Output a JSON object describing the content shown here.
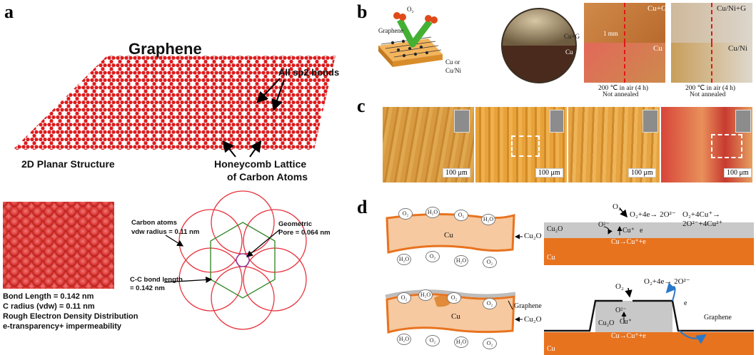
{
  "panels": {
    "a": "a",
    "b": "b",
    "c": "c",
    "d": "d"
  },
  "panel_a": {
    "title": "Graphene",
    "sp2_label": "All sp2 bonds",
    "planar_label": "2D Planar Structure",
    "honeycomb_line1": "Honeycomb Lattice",
    "honeycomb_line2": "of Carbon Atoms",
    "bond_length": "Bond Length = 0.142 nm",
    "c_radius": "C radius (vdw) = 0.11 nm",
    "rough_density": "Rough Electron Density Distribution",
    "transparency": "e-transparency+ impermeability",
    "carbon_atoms_line1": "Carbon atoms",
    "carbon_atoms_line2": "vdw radius = 0.11 nm",
    "geometric_line1": "Geometric",
    "geometric_line2": "Pore = 0.064 nm",
    "cc_bond_line1": "C-C bond length",
    "cc_bond_line2": "= 0.142 nm",
    "colors": {
      "atom": "#e0191b",
      "bond": "#b0b0b0",
      "lattice": "#e8323c",
      "hexagon": "#3a8a2e"
    }
  },
  "panel_b": {
    "o2": "O₂",
    "graphene": "Graphene",
    "cu_or": "Cu or",
    "cu_ni": "Cu/Ni",
    "coin_top": "Cu+G",
    "coin_bottom": "Cu",
    "photo_cu_g": "Cu+G",
    "photo_cu": "Cu",
    "photo_cuni_g": "Cu/Ni+G",
    "photo_cuni": "Cu/Ni",
    "scale": "1 mm",
    "cond1_line1": "200 ℃ in air (4 h)",
    "cond1_line2": "Not annealed",
    "cond2_line1": "200 ℃ in air (4 h)",
    "cond2_line2": "Not annealed"
  },
  "panel_c": {
    "scale_bars": [
      "100 μm",
      "100 μm",
      "100 μm",
      "100 μm"
    ]
  },
  "panel_d": {
    "o2": "O₂",
    "h2o": "H₂O",
    "cu": "Cu",
    "cu2o": "Cu₂O",
    "graphene": "Graphene",
    "reaction1": "O₂+4e→ 2O²⁻",
    "reaction2": "O₂+4Cu⁺→ 2O²⁻+4Cu²⁺",
    "o2minus": "O²⁻",
    "cuplus": "Cu⁺",
    "e": "e",
    "cu_ox": "Cu→Cu⁺+e",
    "reaction3": "O₂+4e→ 2O²⁻",
    "colors": {
      "cu_layer": "#e8731f",
      "cu_bulk": "#f6c9a0",
      "oxide": "#c8c8c8",
      "electron_path": "#2a78c8"
    }
  }
}
